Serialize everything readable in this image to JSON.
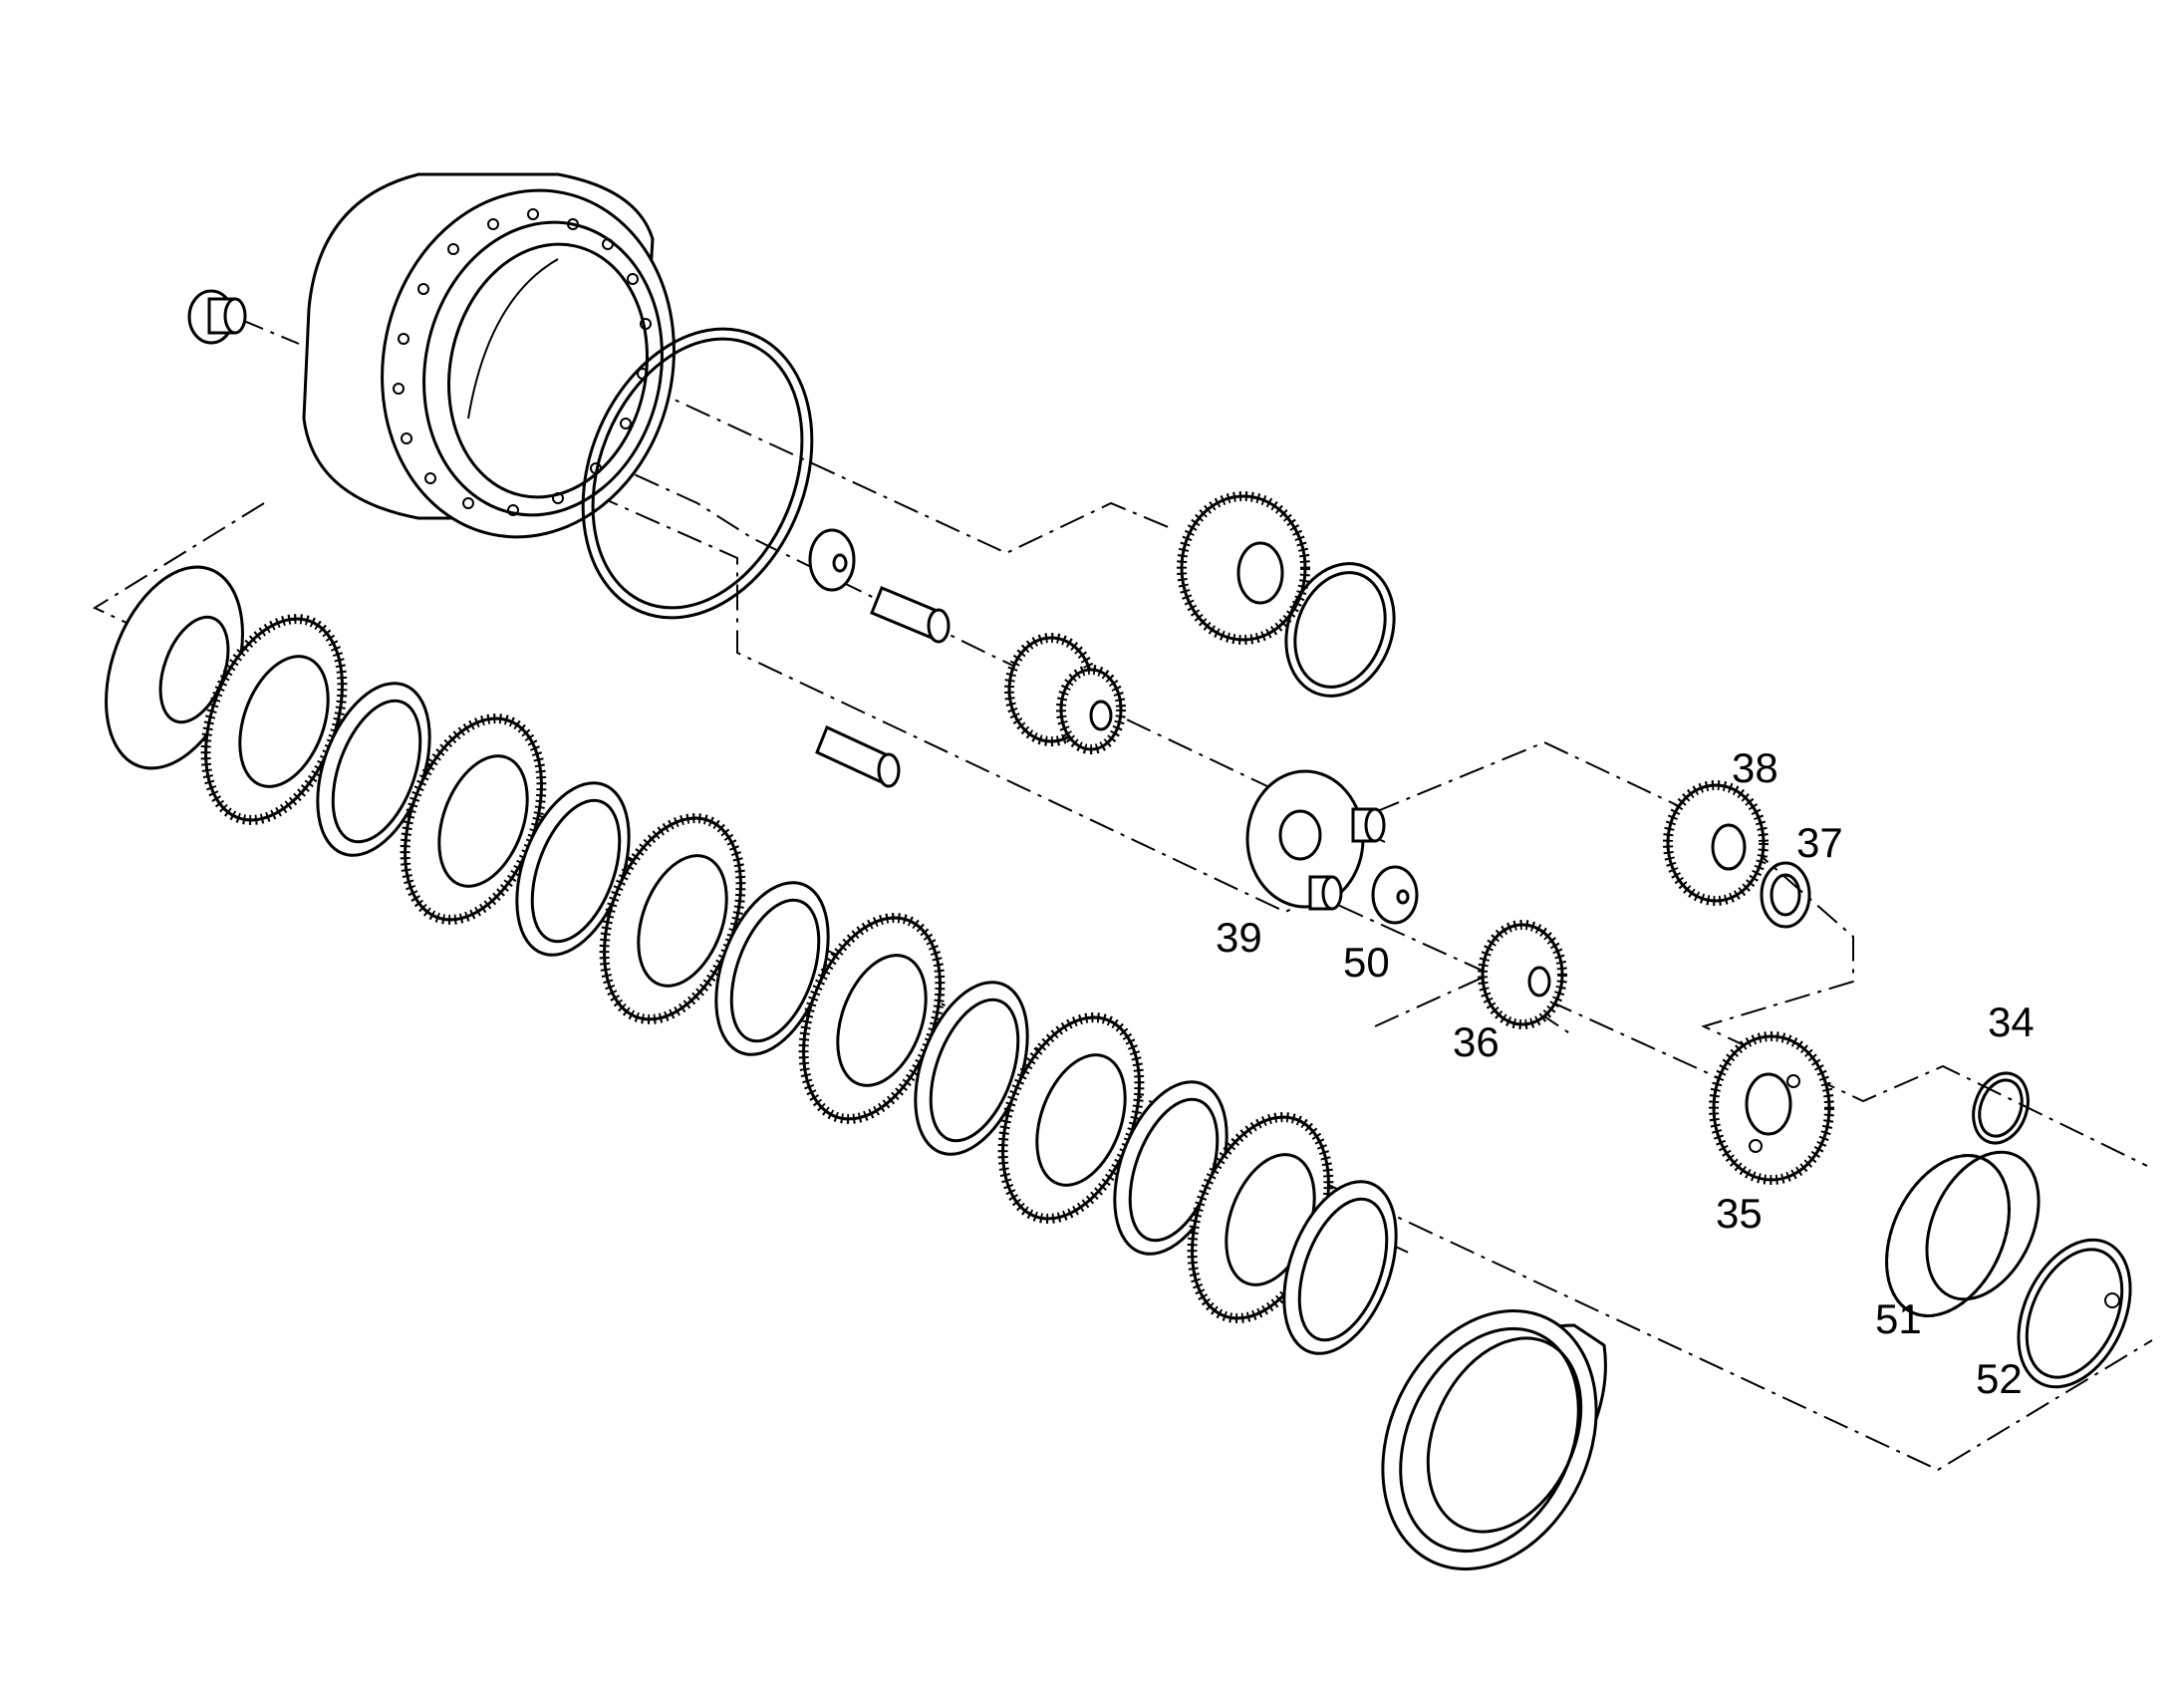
{
  "diagram": {
    "labels": {
      "p34": "34",
      "p35": "35",
      "p36": "36",
      "p37": "37",
      "p38": "38",
      "p39": "39",
      "p50": "50",
      "p51": "51",
      "p52": "52"
    }
  }
}
